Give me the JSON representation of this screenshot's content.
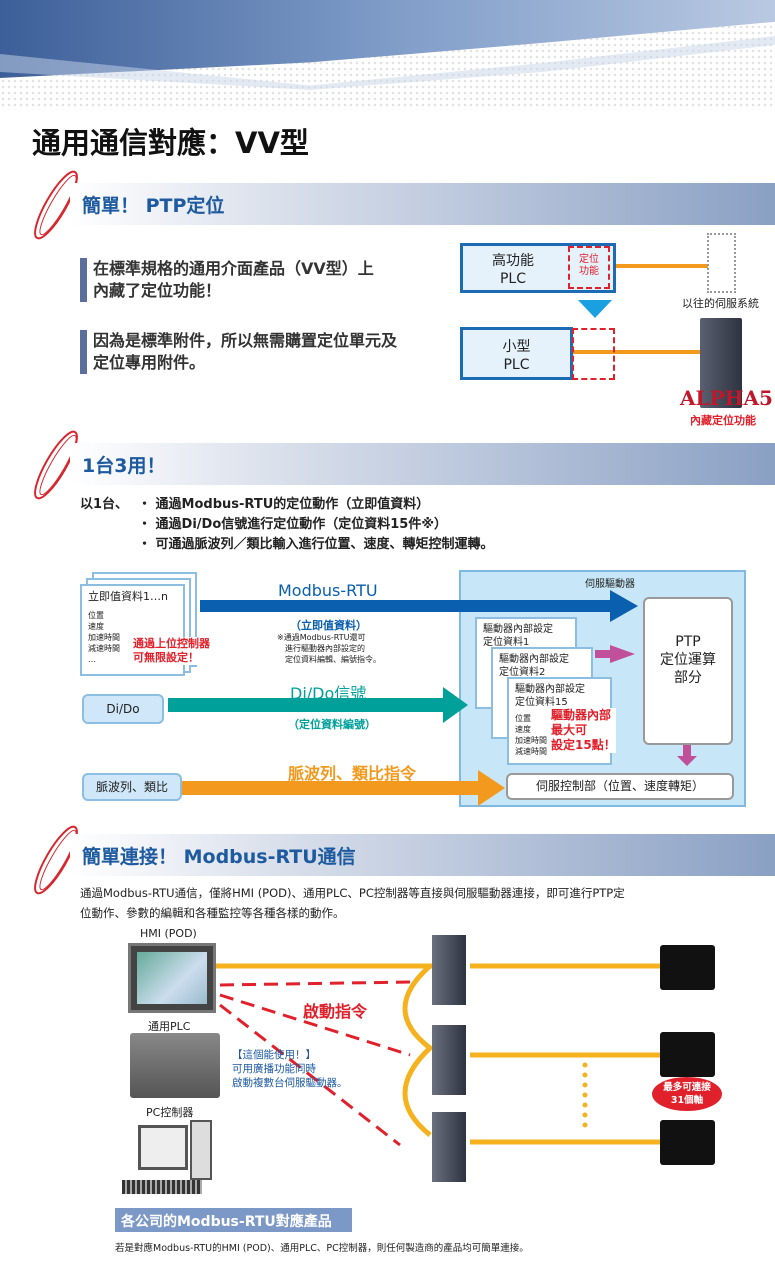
{
  "title": "通用通信對應：VV型",
  "sections": [
    {
      "title": "簡單！ PTP定位",
      "leads": [
        "在標準規格的通用介面產品（VV型）上",
        "內藏了定位功能！",
        "因為是標準附件，所以無需購置定位單元及",
        "定位專用附件。"
      ],
      "diagram": {
        "high_plc": [
          "高功能",
          "PLC"
        ],
        "pos_func": [
          "定位",
          "功能"
        ],
        "small_plc": [
          "小型",
          "PLC"
        ],
        "old_system": "以往的伺服系統",
        "brand": "ALPHA5",
        "brand_caption": "內藏定位功能"
      }
    },
    {
      "title": "1台3用！",
      "prefix": "以1台、",
      "bullets": [
        "通過Modbus-RTU的定位動作（立即值資料）",
        "通過Di/Do信號進行定位動作（定位資料15件※）",
        "可通過脈波列／類比輸入進行位置、速度、轉矩控制運轉。"
      ],
      "diagram": {
        "card_title": "立即值資料1…n",
        "card_items": [
          "位置",
          "速度",
          "加速時間",
          "減速時間",
          "…"
        ],
        "card_note": [
          "通過上位控制器",
          "可無限設定！"
        ],
        "modbus": "Modbus-RTU",
        "modbus_sub": "（立即值資料）",
        "modbus_note": [
          "※通過Modbus-RTU還可",
          "進行驅動器內部設定的",
          "定位資料編輯、編號指令。"
        ],
        "dido_box": "Di/Do",
        "dido": "Di/Do信號",
        "dido_sub": "（定位資料編號）",
        "pulse_box": "脈波列、類比",
        "pulse": "脈波列、類比指令",
        "servo_label": "伺服驅動器",
        "internal": [
          [
            "驅動器內部設定",
            "定位資料1"
          ],
          [
            "驅動器內部設定",
            "定位資料2"
          ],
          [
            "驅動器內部設定",
            "定位資料15"
          ]
        ],
        "internal_note": [
          "驅動器內部",
          "最大可",
          "設定15點！"
        ],
        "ptp": [
          "PTP",
          "定位運算",
          "部分"
        ],
        "servo_ctrl": "伺服控制部（位置、速度轉矩）"
      }
    },
    {
      "title": "簡單連接！ Modbus-RTU通信",
      "text": [
        "通過Modbus-RTU通信，僅將HMI (POD)、通用PLC、PC控制器等直接與伺服驅動器連接，即可進行PTP定",
        "位動作、參數的編輯和各種監控等各種各樣的動作。"
      ],
      "diagram": {
        "hmi": "HMI (POD)",
        "plc": "通用PLC",
        "pc": "PC控制器",
        "start_cmd": "啟動指令",
        "tip": [
          "【這個能使用！】",
          "可用廣播功能同時",
          "啟動複數台伺服驅動器。"
        ],
        "max": [
          "最多可連接",
          "31個軸"
        ]
      },
      "banner": "各公司的Modbus-RTU對應產品",
      "footer": "若是對應Modbus-RTU的HMI (POD)、通用PLC、PC控制器，則任何製造商的產品均可簡單連接。"
    }
  ]
}
